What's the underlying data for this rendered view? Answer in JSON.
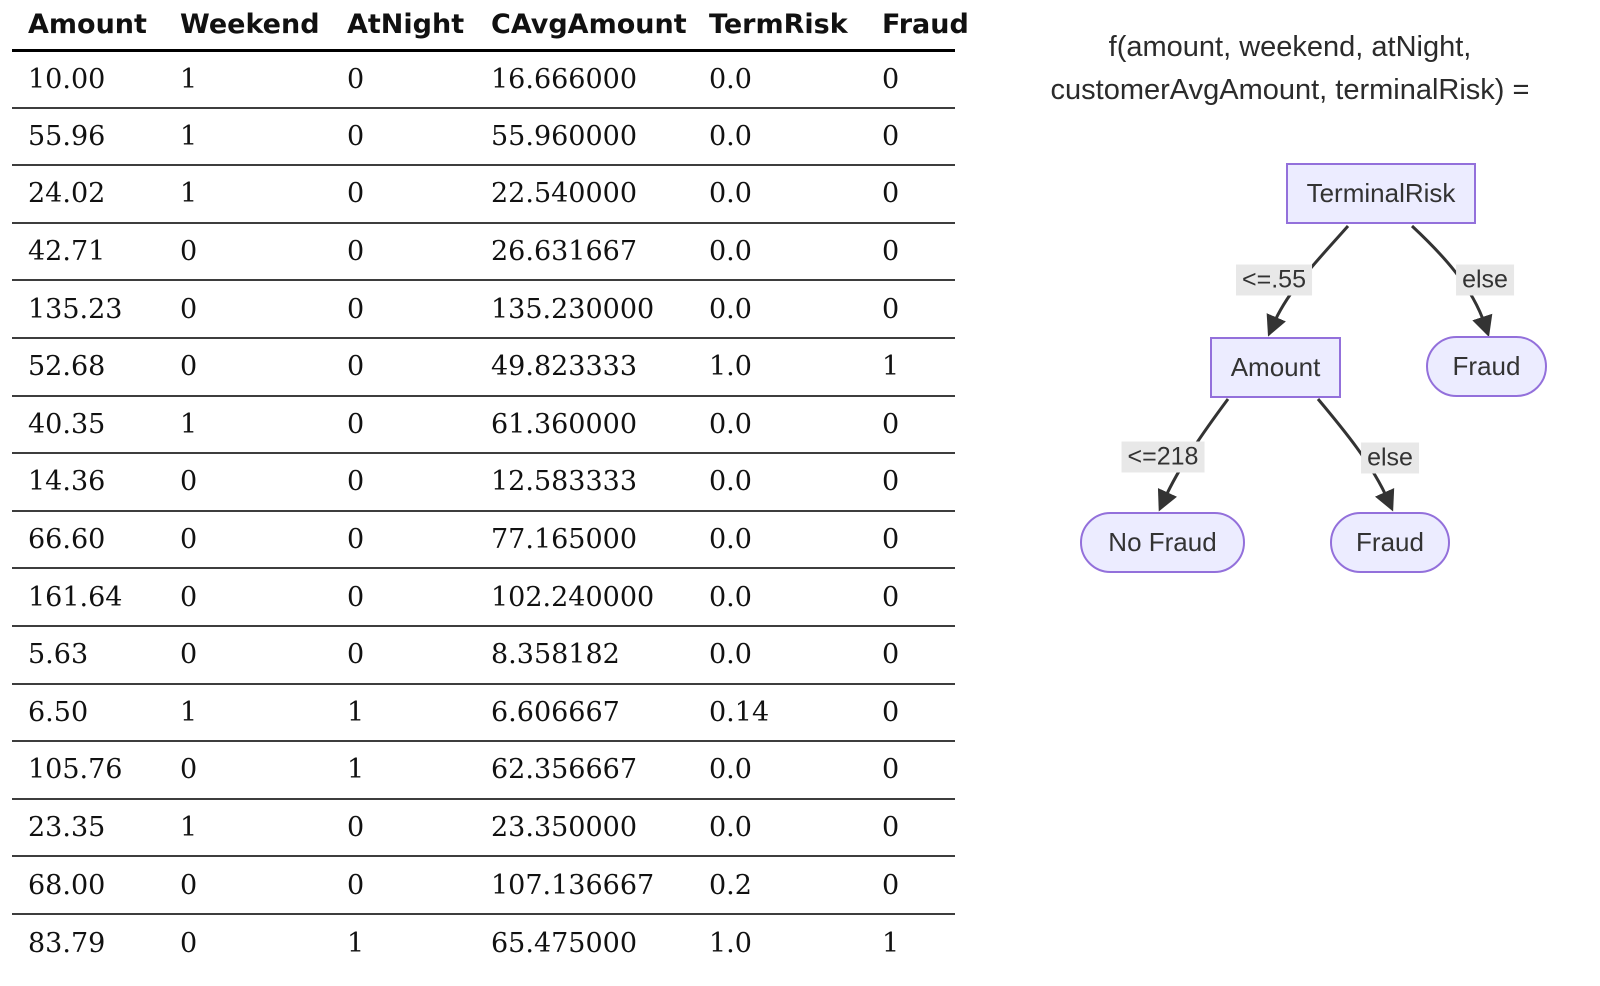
{
  "table": {
    "columns": [
      "Amount",
      "Weekend",
      "AtNight",
      "CAvgAmount",
      "TermRisk",
      "Fraud"
    ],
    "rows": [
      [
        "10.00",
        "1",
        "0",
        "16.666000",
        "0.0",
        "0"
      ],
      [
        "55.96",
        "1",
        "0",
        "55.960000",
        "0.0",
        "0"
      ],
      [
        "24.02",
        "1",
        "0",
        "22.540000",
        "0.0",
        "0"
      ],
      [
        "42.71",
        "0",
        "0",
        "26.631667",
        "0.0",
        "0"
      ],
      [
        "135.23",
        "0",
        "0",
        "135.230000",
        "0.0",
        "0"
      ],
      [
        "52.68",
        "0",
        "0",
        "49.823333",
        "1.0",
        "1"
      ],
      [
        "40.35",
        "1",
        "0",
        "61.360000",
        "0.0",
        "0"
      ],
      [
        "14.36",
        "0",
        "0",
        "12.583333",
        "0.0",
        "0"
      ],
      [
        "66.60",
        "0",
        "0",
        "77.165000",
        "0.0",
        "0"
      ],
      [
        "161.64",
        "0",
        "0",
        "102.240000",
        "0.0",
        "0"
      ],
      [
        "5.63",
        "0",
        "0",
        "8.358182",
        "0.0",
        "0"
      ],
      [
        "6.50",
        "1",
        "1",
        "6.606667",
        "0.14",
        "0"
      ],
      [
        "105.76",
        "0",
        "1",
        "62.356667",
        "0.0",
        "0"
      ],
      [
        "23.35",
        "1",
        "0",
        "23.350000",
        "0.0",
        "0"
      ],
      [
        "68.00",
        "0",
        "0",
        "107.136667",
        "0.2",
        "0"
      ],
      [
        "83.79",
        "0",
        "1",
        "65.475000",
        "1.0",
        "1"
      ]
    ]
  },
  "function_label": {
    "line1": "f(amount, weekend, atNight,",
    "line2": "customerAvgAmount, terminalRisk) ="
  },
  "tree": {
    "nodes": {
      "root": "TerminalRisk",
      "amount": "Amount",
      "fraud_right": "Fraud",
      "no_fraud": "No Fraud",
      "fraud_bottom": "Fraud"
    },
    "edges": {
      "root_left": "<=.55",
      "root_right": "else",
      "amount_left": "<=218",
      "amount_right": "else"
    },
    "colors": {
      "node_fill": "#ECECFF",
      "node_border": "#9370DB",
      "edge": "#333333",
      "edge_label_bg": "#e8e8e8"
    }
  }
}
